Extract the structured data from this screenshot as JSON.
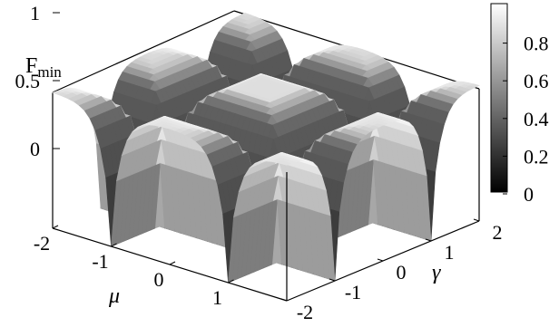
{
  "chart_data": {
    "type": "surface3d",
    "zlabel_main": "F",
    "zlabel_sub": "min",
    "xlabel": "μ",
    "ylabel": "γ",
    "xlim": [
      -2,
      2
    ],
    "ylim": [
      -2,
      2
    ],
    "zlim": [
      0,
      1
    ],
    "x_ticks": [
      {
        "value": -2,
        "label": "-2"
      },
      {
        "value": -1,
        "label": "-1"
      },
      {
        "value": 0,
        "label": "0"
      },
      {
        "value": 1,
        "label": "1"
      }
    ],
    "y_ticks": [
      {
        "value": -2,
        "label": "-2"
      },
      {
        "value": -1,
        "label": "-1"
      },
      {
        "value": 0,
        "label": "0"
      },
      {
        "value": 1,
        "label": "1"
      },
      {
        "value": 2,
        "label": "2"
      }
    ],
    "z_ticks": [
      {
        "value": 0,
        "label": "0"
      },
      {
        "value": 0.5,
        "label": "0.5"
      },
      {
        "value": 1,
        "label": "1"
      }
    ],
    "colorbar": {
      "min": 0,
      "max": 1,
      "ticks": [
        {
          "value": 0,
          "label": "0"
        },
        {
          "value": 0.2,
          "label": "0.2"
        },
        {
          "value": 0.4,
          "label": "0.4"
        },
        {
          "value": 0.6,
          "label": "0.6"
        },
        {
          "value": 0.8,
          "label": "0.8"
        }
      ]
    },
    "colormap": {
      "low": "#000000",
      "high": "#ffffff"
    },
    "grid": false
  }
}
